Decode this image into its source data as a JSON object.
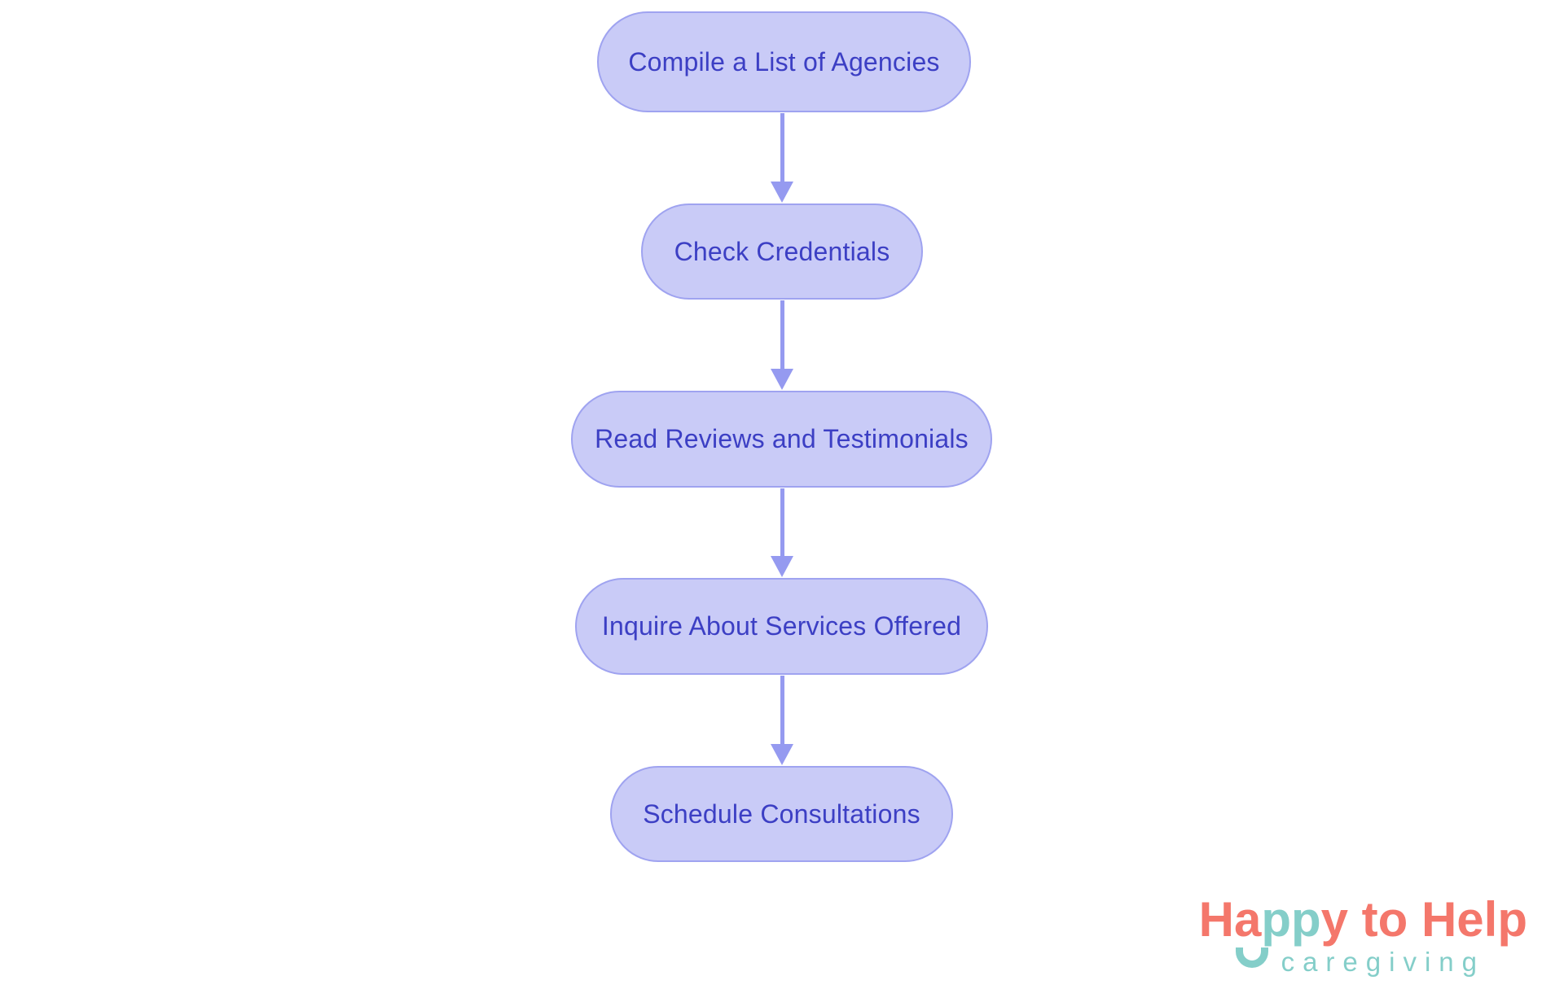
{
  "colors": {
    "node-fill": "#c9cbf7",
    "node-border": "#9fa3f0",
    "node-text": "#3c3fc4",
    "arrow": "#959af0",
    "logo-coral": "#f4776b",
    "logo-teal": "#84cec9",
    "background": "#ffffff"
  },
  "flowchart": {
    "type": "vertical-process-flow",
    "nodes": [
      {
        "label": "Compile a List of Agencies"
      },
      {
        "label": "Check Credentials"
      },
      {
        "label": "Read Reviews and Testimonials"
      },
      {
        "label": "Inquire About Services Offered"
      },
      {
        "label": "Schedule Consultations"
      }
    ]
  },
  "logo": {
    "part1": "Ha",
    "part2": "pp",
    "part3": "y to Help",
    "tagline": "caregiving"
  }
}
